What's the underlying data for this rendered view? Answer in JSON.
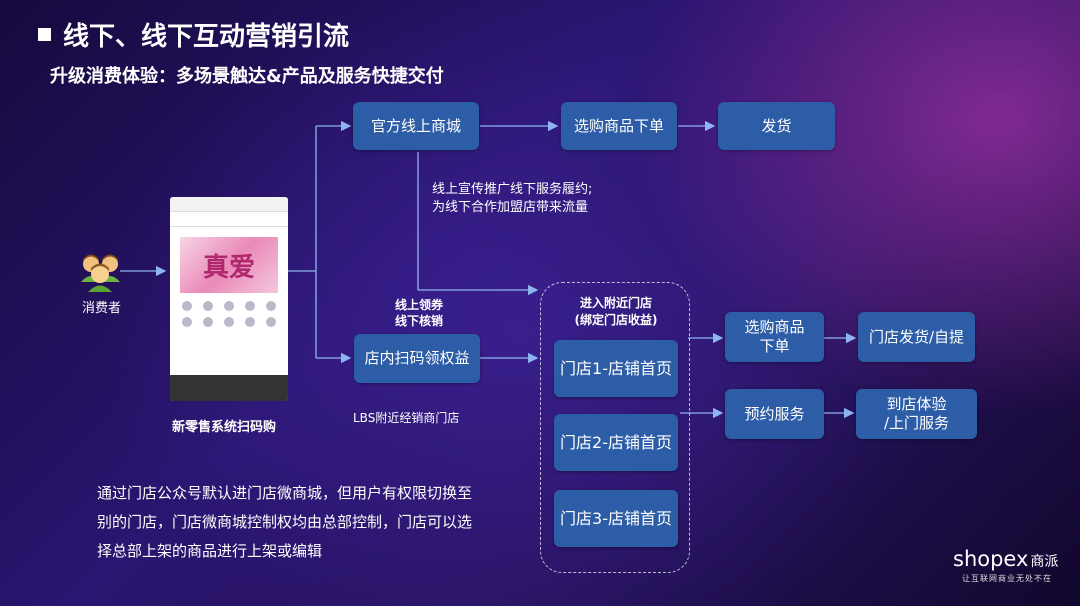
{
  "slide": {
    "title": "线下、线下互动营销引流",
    "subtitle": "升级消费体验：多场景触达&产品及服务快捷交付"
  },
  "consumer": {
    "label": "消费者",
    "icon": "consumers-icon"
  },
  "phone": {
    "caption": "新零售系统扫码购",
    "hero_text": "真爱"
  },
  "online_branch": {
    "mall": "官方线上商城",
    "select": "选购商品下单",
    "ship": "发货",
    "note_line1": "线上宣传推广线下服务履约;",
    "note_line2": "为线下合作加盟店带来流量"
  },
  "offline_branch": {
    "coupon_line1": "线上领券",
    "coupon_line2": "线下核销",
    "scan": "店内扫码领权益",
    "lbs": "LBS附近经销商门店"
  },
  "stores": {
    "header_line1": "进入附近门店",
    "header_line2": "(绑定门店收益)",
    "items": [
      "门店1-店铺首页",
      "门店2-店铺首页",
      "门店3-店铺首页"
    ]
  },
  "store_actions": {
    "select_line1": "选购商品",
    "select_line2": "下单",
    "pickup": "门店发货/自提",
    "booking": "预约服务",
    "service_line1": "到店体验",
    "service_line2": "/上门服务"
  },
  "description": {
    "line1": "通过门店公众号默认进门店微商城，但用户有权限切换至",
    "line2": "别的门店，门店微商城控制权均由总部控制，门店可以选",
    "line3": "择总部上架的商品进行上架或编辑"
  },
  "brand": {
    "logo": "shopex",
    "suffix": "商派",
    "slogan": "让互联网商业无处不在"
  },
  "colors": {
    "box": "#2d5da6",
    "arrow": "#8fb4f2"
  }
}
